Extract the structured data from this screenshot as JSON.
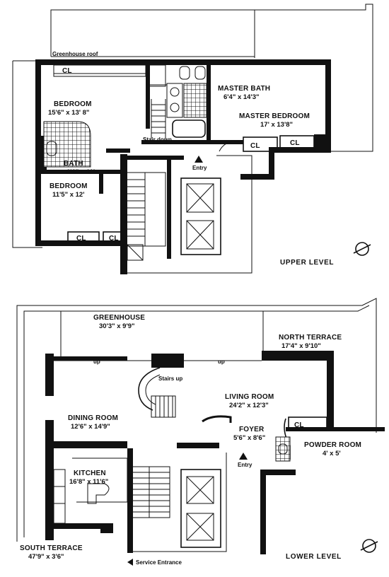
{
  "upper_level": {
    "level_label": "UPPER LEVEL",
    "greenhouse_roof": "Greenhouse roof",
    "rooms": {
      "bedroom_1": {
        "name": "BEDROOM",
        "dims": "15'6\" x 13' 8\""
      },
      "master_bath": {
        "name": "MASTER BATH",
        "dims": "6'4\" x 14'3\""
      },
      "master_bedroom": {
        "name": "MASTER BEDROOM",
        "dims": "17' x 13'8\""
      },
      "bath": {
        "name": "BATH",
        "dims": "6'6\" x 11'"
      },
      "bedroom_2": {
        "name": "BEDROOM",
        "dims": "11'5\" x 12'"
      }
    },
    "closet_label": "CL",
    "stair_down": "Stair down",
    "entry": "Entry"
  },
  "lower_level": {
    "level_label": "LOWER LEVEL",
    "rooms": {
      "greenhouse": {
        "name": "GREENHOUSE",
        "dims": "30'3\" x 9'9\""
      },
      "north_terrace": {
        "name": "NORTH TERRACE",
        "dims": "17'4\" x 9'10\""
      },
      "living_room": {
        "name": "LIVING ROOM",
        "dims": "24'2\" x 12'3\""
      },
      "dining_room": {
        "name": "DINING ROOM",
        "dims": "12'6\" x 14'9\""
      },
      "foyer": {
        "name": "FOYER",
        "dims": "5'6\" x 8'6\""
      },
      "powder_room": {
        "name": "POWDER ROOM",
        "dims": "4' x 5'"
      },
      "kitchen": {
        "name": "KITCHEN",
        "dims": "16'8\" x 11'6\""
      },
      "south_terrace": {
        "name": "SOUTH TERRACE",
        "dims": "47'9\" x 3'6\""
      }
    },
    "closet_label": "CL",
    "stairs_up": "Stairs up",
    "step_up": "up",
    "entry": "Entry",
    "service_entrance": "Service Entrance"
  }
}
